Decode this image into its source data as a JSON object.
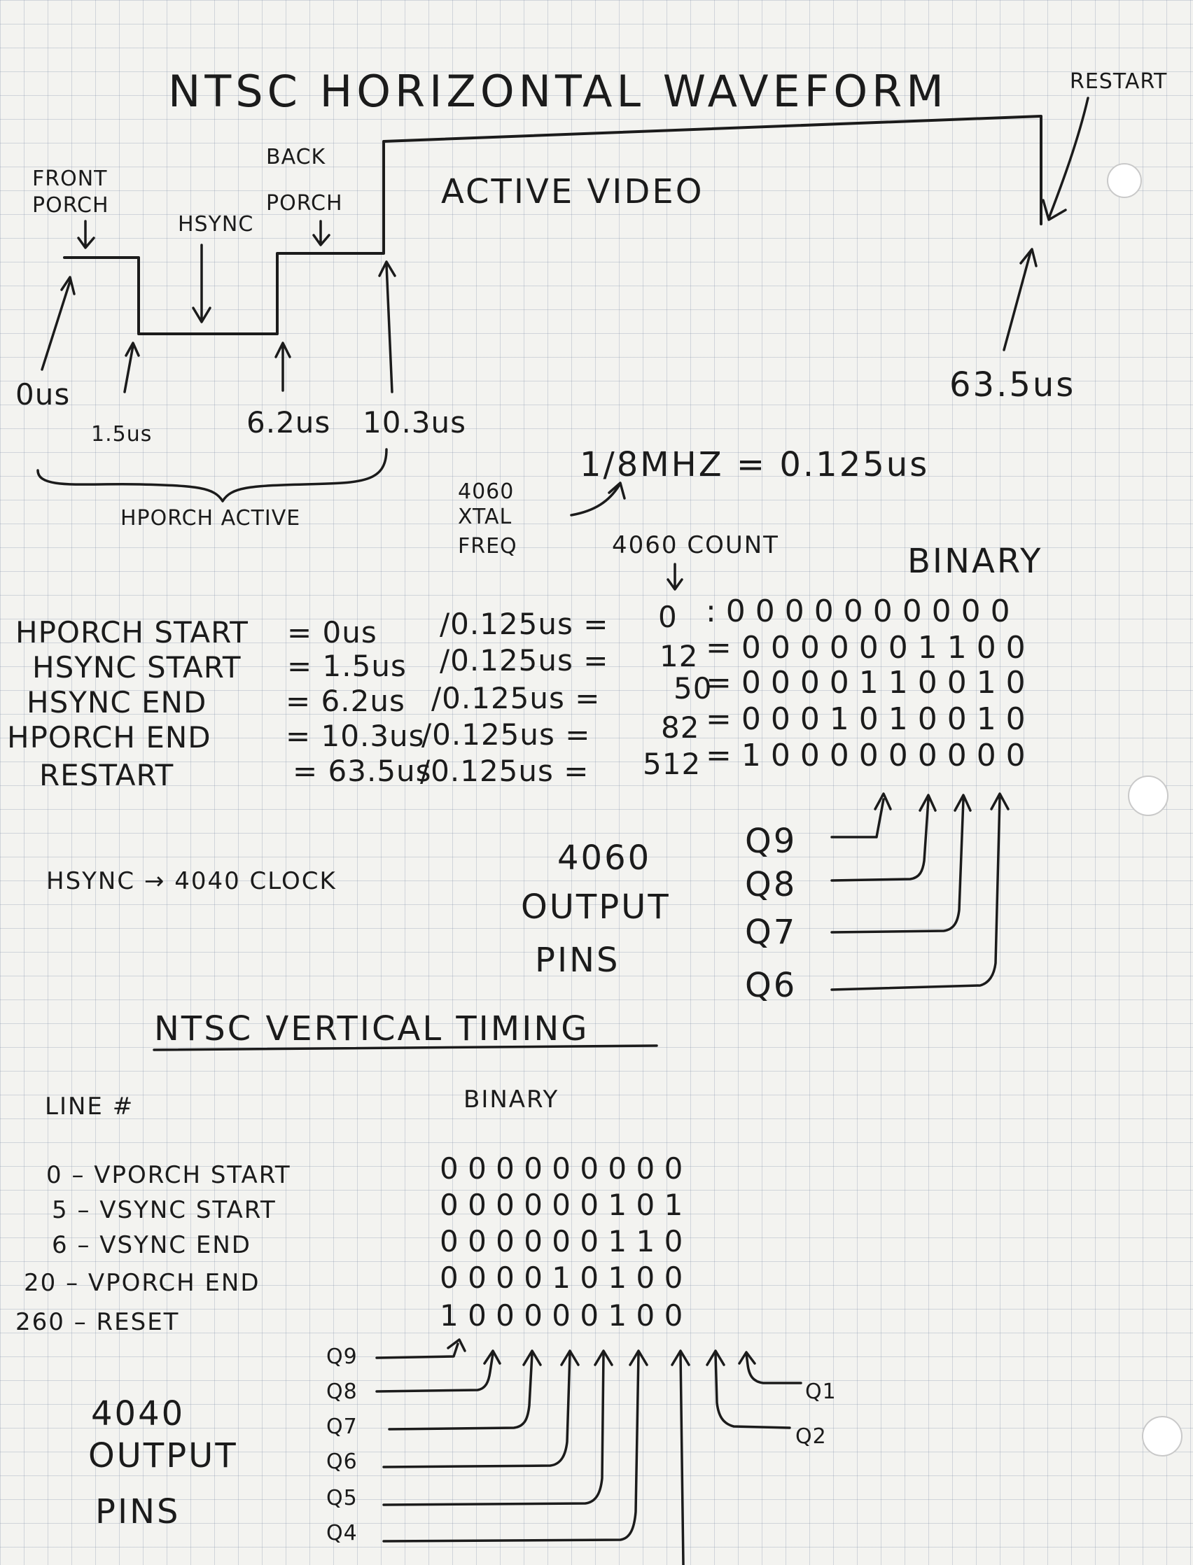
{
  "horizontal": {
    "title": "NTSC HORIZONTAL WAVEFORM",
    "restart_label": "RESTART",
    "front_porch": [
      "FRONT",
      "PORCH"
    ],
    "back_porch": [
      "BACK",
      "PORCH"
    ],
    "hsync_label": "HSYNC",
    "active_video": "ACTIVE VIDEO",
    "t_0": "0us",
    "t_1": "1.5us",
    "t_2": "6.2us",
    "t_3": "10.3us",
    "t_end": "63.5us",
    "hporch_active": "HPORCH ACTIVE",
    "xtal_freq": [
      "4060",
      "XTAL",
      "FREQ"
    ],
    "freq_eq": "1/8MHZ = 0.125us",
    "count_header": "4060 COUNT",
    "binary_header": "BINARY",
    "rows": [
      {
        "name": "HPORCH START",
        "eq": "= 0us",
        "div": "/0.125us =",
        "count": "0",
        "bits": ": 0 0 0 0 0 0 0 0 0 0"
      },
      {
        "name": "HSYNC START",
        "eq": "= 1.5us",
        "div": "/0.125us =",
        "count": "12",
        "bits": "= 0 0 0 0 0 0 1 1 0 0"
      },
      {
        "name": "HSYNC END",
        "eq": "= 6.2us",
        "div": "/0.125us =",
        "count": "50",
        "bits": "= 0 0 0 0 1 1 0 0 1 0"
      },
      {
        "name": "HPORCH END",
        "eq": "= 10.3us",
        "div": "/0.125us =",
        "count": "82",
        "bits": "= 0 0 0 1 0 1 0 0 1 0"
      },
      {
        "name": "RESTART",
        "eq": "= 63.5us",
        "div": "/0.125us =",
        "count": "512",
        "bits": "= 1 0 0 0 0 0 0 0 0 0"
      }
    ],
    "output_pins": [
      "4060",
      "OUTPUT",
      "PINS"
    ],
    "q_pins": [
      "Q9",
      "Q8",
      "Q7",
      "Q6"
    ],
    "hsync_clock": "HSYNC → 4040 CLOCK"
  },
  "vertical": {
    "title": "NTSC VERTICAL TIMING",
    "line_header": "LINE #",
    "binary_header": "BINARY",
    "rows": [
      {
        "line": "0 – VPORCH START",
        "bits": "0 0 0 0 0 0 0 0 0"
      },
      {
        "line": "5 – VSYNC START",
        "bits": "0 0 0 0 0 0 1 0 1"
      },
      {
        "line": "6 – VSYNC END",
        "bits": "0 0 0 0 0 0 1 1 0"
      },
      {
        "line": "20 – VPORCH END",
        "bits": "0 0 0 0 1 0 1 0 0"
      },
      {
        "line": "260 – RESET",
        "bits": "1 0 0 0 0 0 1 0 0"
      }
    ],
    "left_pins": [
      "Q9",
      "Q8",
      "Q7",
      "Q6",
      "Q5",
      "Q4"
    ],
    "right_pins": [
      "Q1",
      "Q2"
    ],
    "output_pins": [
      "4040",
      "OUTPUT",
      "PINS"
    ]
  }
}
